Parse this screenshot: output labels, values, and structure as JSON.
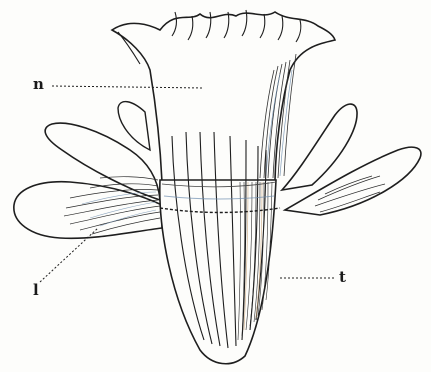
{
  "figure": {
    "labels": {
      "n": "n",
      "l": "l",
      "t": "t"
    },
    "colors": {
      "ink": "#1e1e1e",
      "ink_light": "#555555",
      "tint_blue": "#6f8fb0",
      "tint_tan": "#c9a57a",
      "paper": "#fdfdfb"
    }
  }
}
